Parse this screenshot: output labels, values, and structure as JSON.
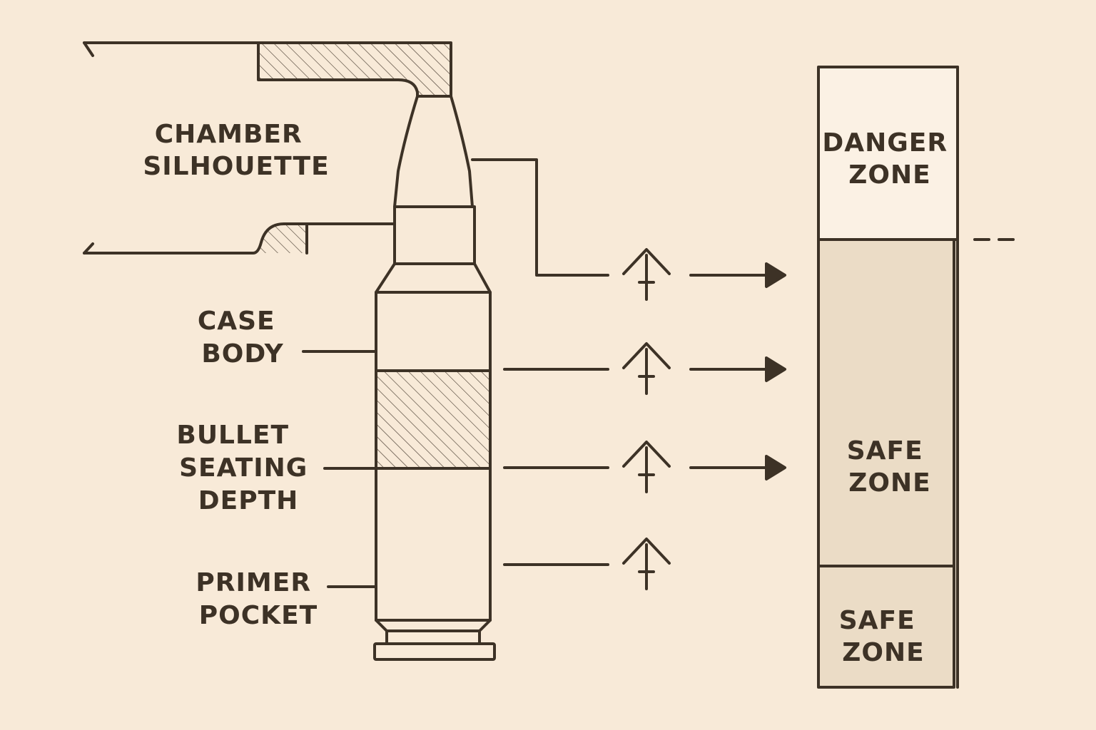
{
  "labels": {
    "chamber": [
      "CHAMBER",
      "SILHOUETTE"
    ],
    "case_body": [
      "CASE",
      "BODY"
    ],
    "bullet_seating": [
      "BULLET",
      "SEATING",
      "DEPTH"
    ],
    "primer_pocket": [
      "PRIMER",
      "POCKET"
    ]
  },
  "zones": [
    {
      "lines": [
        "DANGER",
        "ZONE"
      ],
      "fill": "#fbf1e4"
    },
    {
      "lines": [
        "SAFE",
        "ZONE"
      ],
      "fill": "#ebdcc6"
    },
    {
      "lines": [
        "SAFE",
        "ZONE"
      ],
      "fill": "#ebdcc6"
    }
  ],
  "colors": {
    "background": "#f8ead8",
    "ink": "#3d3226"
  },
  "icons": [
    "pressure-arrow-icon",
    "pressure-arrow-icon",
    "pressure-arrow-icon",
    "pressure-arrow-icon"
  ]
}
